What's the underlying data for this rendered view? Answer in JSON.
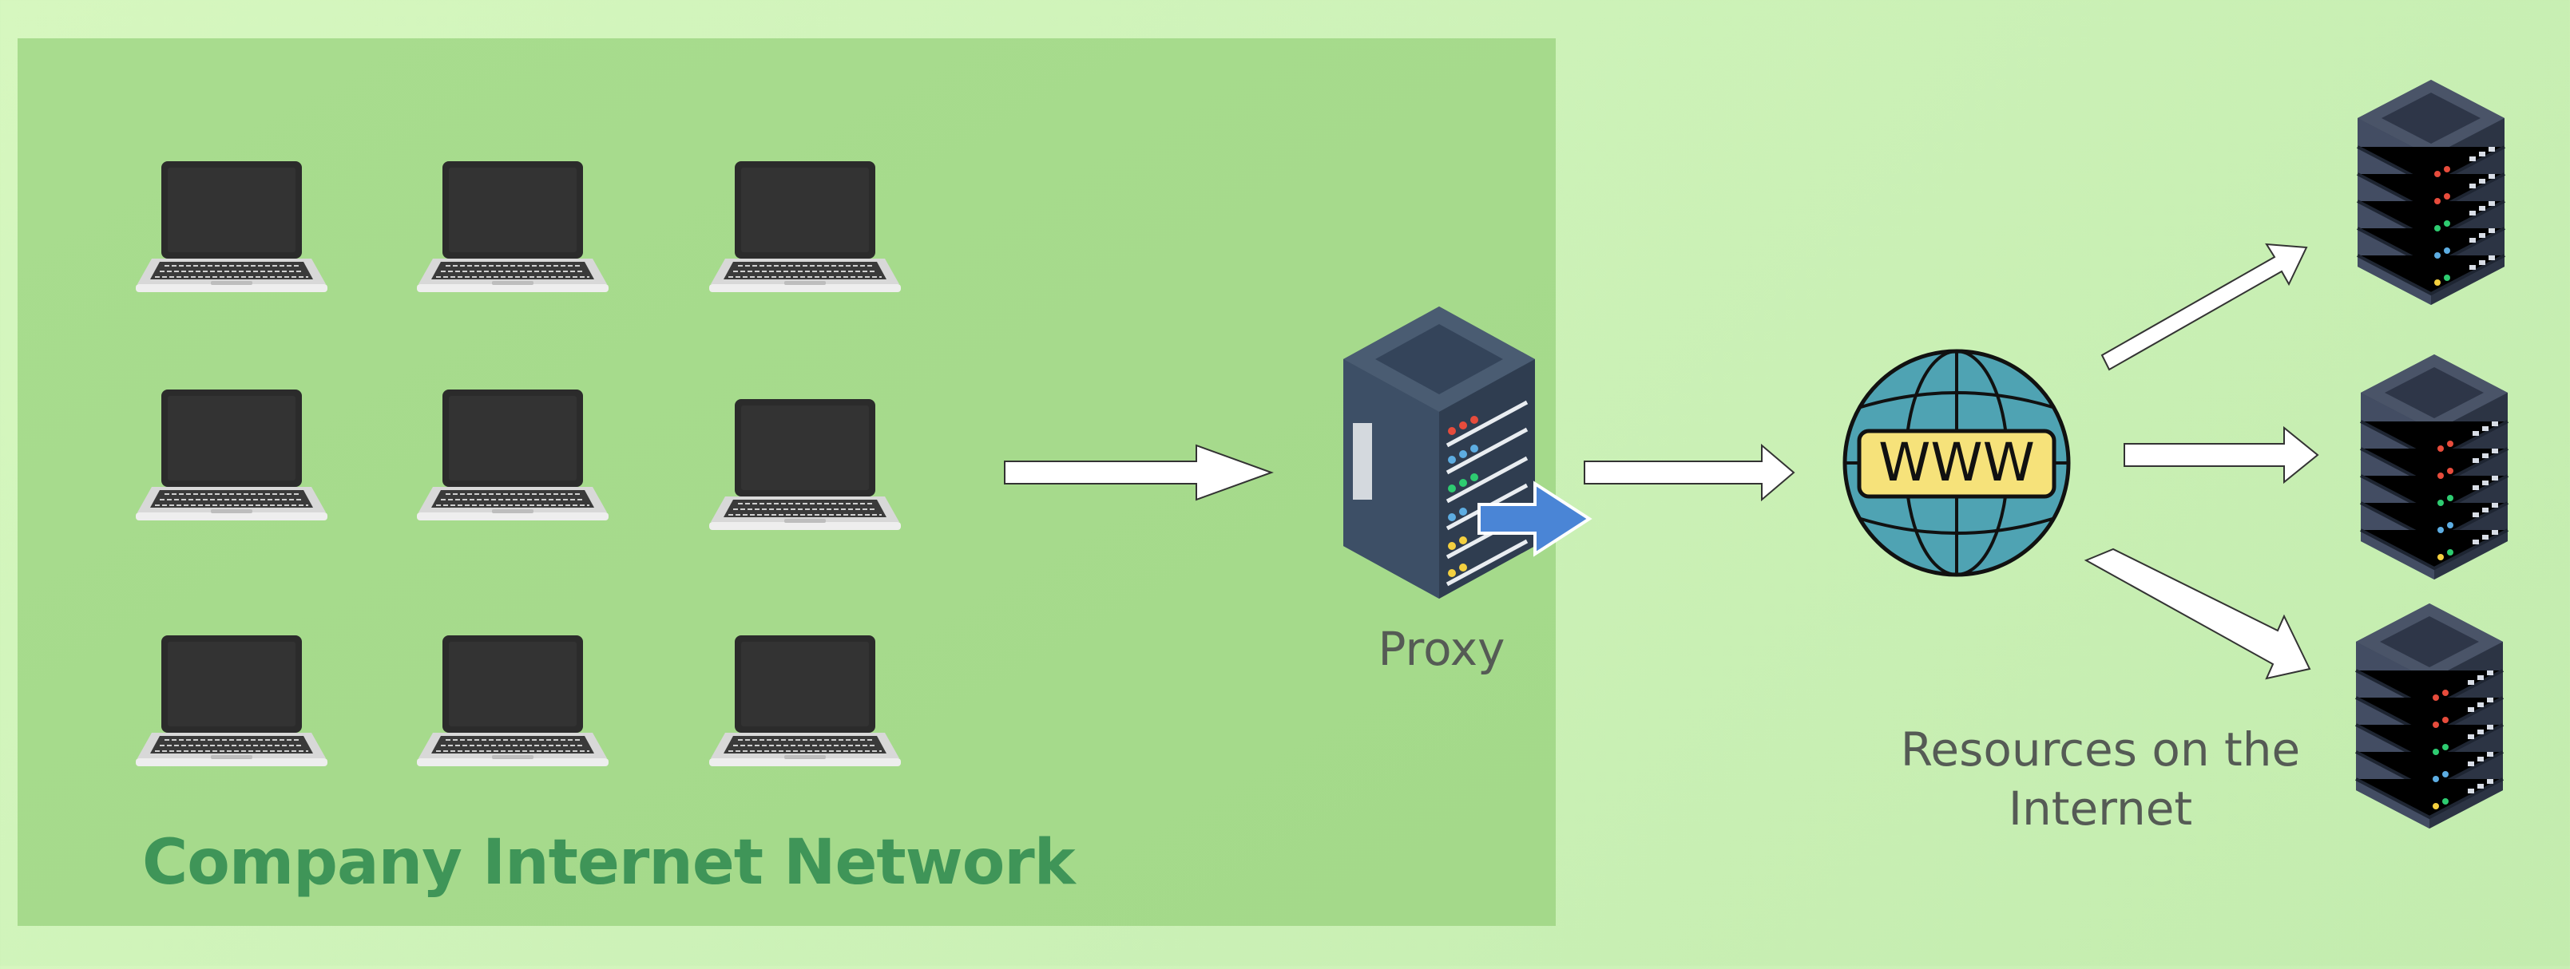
{
  "network": {
    "title": "Company Internet Network",
    "laptop_count": 9
  },
  "proxy": {
    "label": "Proxy"
  },
  "internet": {
    "globe_text": "WWW",
    "resources_line1": "Resources on the",
    "resources_line2": "Internet"
  },
  "colors": {
    "panel": "#a9dc8f",
    "title_green": "#3f9558",
    "server_body": "#3a4a5e",
    "globe": "#4fa3b3",
    "www_box": "#f6e27a",
    "forward_arrow": "#4a85d6"
  },
  "icons": [
    "laptop-icon",
    "proxy-server-icon",
    "globe-www-icon",
    "server-rack-icon",
    "arrow-icon"
  ]
}
